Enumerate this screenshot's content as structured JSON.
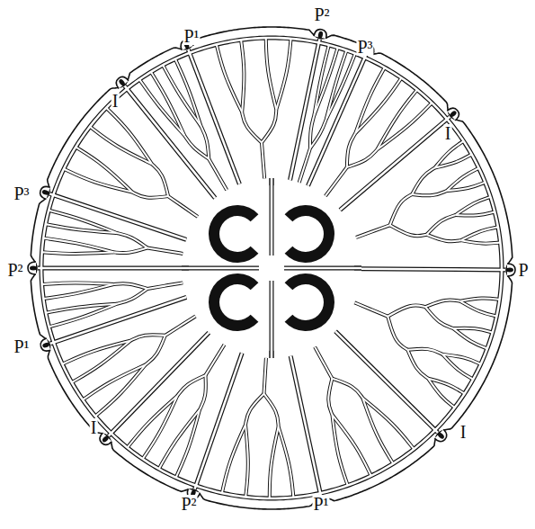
{
  "diagram": {
    "labels": [
      "P¹",
      "P²",
      "P³",
      "I",
      "I",
      "P³",
      "P²",
      "P¹",
      "P",
      "I",
      "I",
      "P²",
      "P¹"
    ]
  }
}
